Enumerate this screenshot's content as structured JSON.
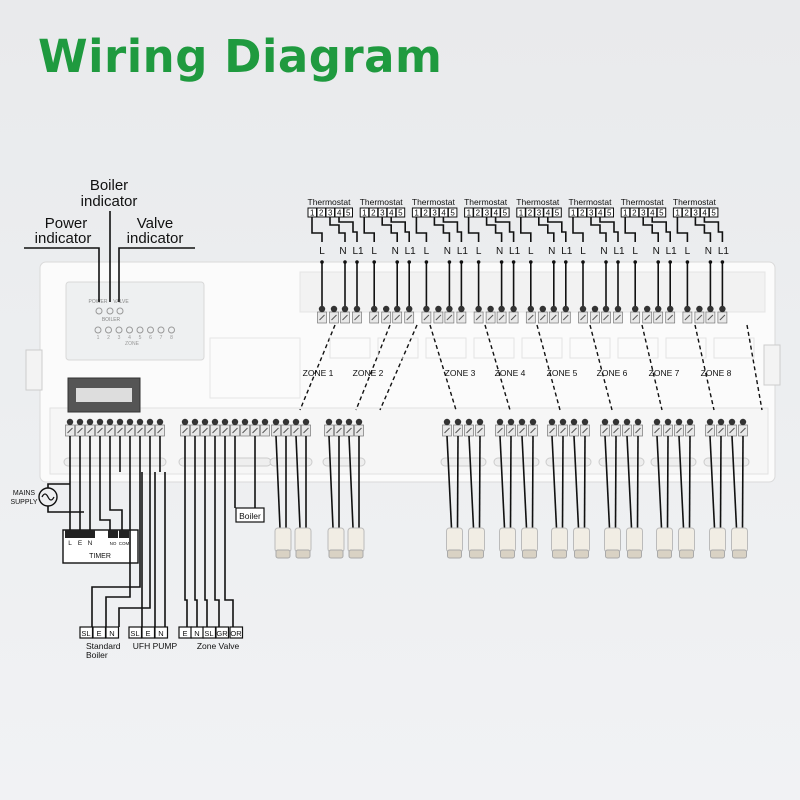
{
  "title": "Wiring Diagram",
  "indicators": {
    "power": [
      "Power",
      "indicator"
    ],
    "boiler": [
      "Boiler",
      "indicator"
    ],
    "valve": [
      "Valve",
      "indicator"
    ],
    "panel_power": "POWER",
    "panel_valve": "VALVE",
    "panel_boiler": "BOILER",
    "panel_zone": "ZONE",
    "zone_numbers": [
      "1",
      "2",
      "3",
      "4",
      "5",
      "6",
      "7",
      "8"
    ]
  },
  "thermostat": {
    "label": "Thermostat",
    "pins": [
      "1",
      "2",
      "3",
      "4",
      "5"
    ],
    "wire_labels": [
      "L",
      "N",
      "L1"
    ],
    "count": 8
  },
  "zones": [
    "ZONE 1",
    "ZONE 2",
    "ZONE 3",
    "ZONE 4",
    "ZONE 5",
    "ZONE 6",
    "ZONE 7",
    "ZONE 8"
  ],
  "mains_supply": [
    "MAINS",
    "SUPPLY"
  ],
  "timer": {
    "label": "TIMER",
    "terminals": [
      "L",
      "E",
      "N",
      "NO",
      "COM"
    ]
  },
  "boiler_box": "Boiler",
  "outputs": [
    {
      "name": "Standard Boiler",
      "lines": [
        "Standard",
        "Boiler"
      ],
      "terminals": [
        "SL",
        "E",
        "N"
      ]
    },
    {
      "name": "UFH PUMP",
      "lines": [
        "UFH PUMP"
      ],
      "terminals": [
        "SL",
        "E",
        "N"
      ]
    },
    {
      "name": "Zone Valve",
      "lines": [
        "Zone Valve"
      ],
      "terminals": [
        "E",
        "N",
        "SL",
        "GR",
        "OR"
      ]
    }
  ],
  "colors": {
    "title": "#1f9a3f",
    "wire": "#111111",
    "body": "#fbfbfb"
  }
}
